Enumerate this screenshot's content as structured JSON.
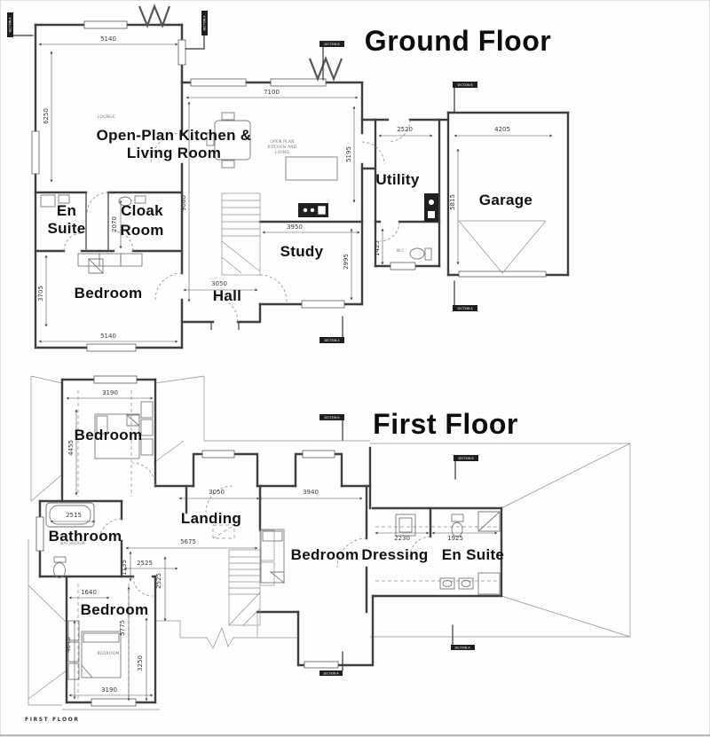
{
  "ground": {
    "title": "Ground Floor",
    "rooms": {
      "open_plan_1": "Open-Plan Kitchen &",
      "open_plan_2": "Living Room",
      "en_suite_1": "En",
      "en_suite_2": "Suite",
      "cloak_1": "Cloak",
      "cloak_2": "Room",
      "bedroom": "Bedroom",
      "hall": "Hall",
      "study": "Study",
      "utility": "Utility",
      "garage": "Garage"
    },
    "small_labels": {
      "lounge": "LOUNGE",
      "open_plan_note_1": "OPEN PLAN",
      "open_plan_note_2": "KITCHEN AND",
      "open_plan_note_3": "LIVING",
      "wc": "W.C."
    },
    "dims": {
      "top_width": "5140",
      "left_height": "6250",
      "kitchen_width": "7100",
      "kitchen_height": "5195",
      "core_height": "9080",
      "ensuite_depth": "2070",
      "study_width": "3950",
      "study_height": "2995",
      "hall_width": "3050",
      "bedroom_height": "3705",
      "bottom_width": "5140",
      "utility_entry": "2520",
      "garage_width": "4205",
      "garage_height": "5815",
      "wc_height": "1425"
    }
  },
  "first": {
    "title": "First Floor",
    "footer": "FIRST FLOOR",
    "rooms": {
      "bedroom_top": "Bedroom",
      "bathroom": "Bathroom",
      "landing": "Landing",
      "bedroom_mid": "Bedroom",
      "dressing": "Dressing",
      "en_suite": "En Suite",
      "bedroom_bottom": "Bedroom"
    },
    "small_labels": {
      "bathroom": "BATHROOM",
      "bedroom": "BEDROOM"
    },
    "dims": {
      "bedroom_top_width": "3190",
      "bedroom_top_height": "4455",
      "bath_width": "2515",
      "landing_bay": "3050",
      "bedroom_bay": "3940",
      "landing_width": "5675",
      "dressing_width": "2230",
      "ensuite_width": "1925",
      "hall_width": "2525",
      "stair_height": "2525",
      "wall_offset": "1135",
      "wardrobe_width": "1640",
      "bedroom_bottom_height": "5775",
      "bed_height": "3250",
      "side_height": "4640",
      "bedroom_bottom_width": "3190"
    }
  },
  "markers": {
    "label_a": "SECTION A",
    "label_b": "SECTION B"
  }
}
